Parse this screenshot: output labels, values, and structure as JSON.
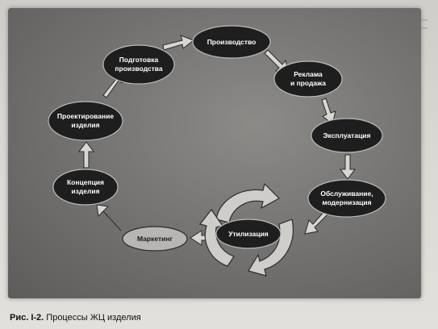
{
  "nodes": {
    "design": [
      "Проектирование",
      "изделия"
    ],
    "prep": [
      "Подготовка",
      "производства"
    ],
    "production": [
      "Производство"
    ],
    "sales": [
      "Реклама",
      "и продажа"
    ],
    "operation": [
      "Эксплуатация"
    ],
    "service": [
      "Обслуживание,",
      "модернизация"
    ],
    "recycling": [
      "Утилизация"
    ],
    "marketing": [
      "Маркетинг"
    ],
    "concept": [
      "Концепция",
      "изделия"
    ]
  },
  "caption": {
    "number": "Рис. I-2.",
    "text": " Процессы ЖЦ изделия"
  },
  "colors": {
    "node_dark": "#1e1e1e",
    "node_light": "#b8b6b2",
    "arrow_fill": "#d8d6d2",
    "recycle_fill": "#cfcdc9"
  }
}
